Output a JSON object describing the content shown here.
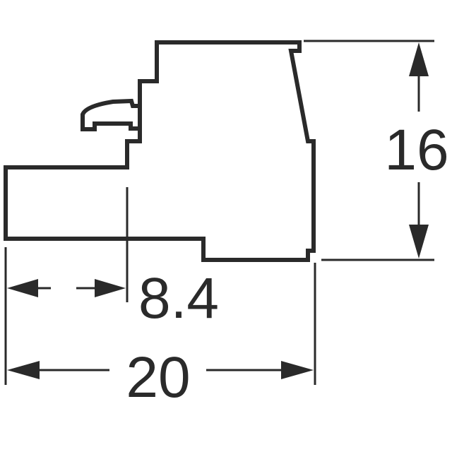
{
  "dimensions": {
    "height_label": "16",
    "partial_width_label": "8.4",
    "total_width_label": "20"
  },
  "colors": {
    "ink": "#2a2a2a",
    "background": "#ffffff"
  }
}
